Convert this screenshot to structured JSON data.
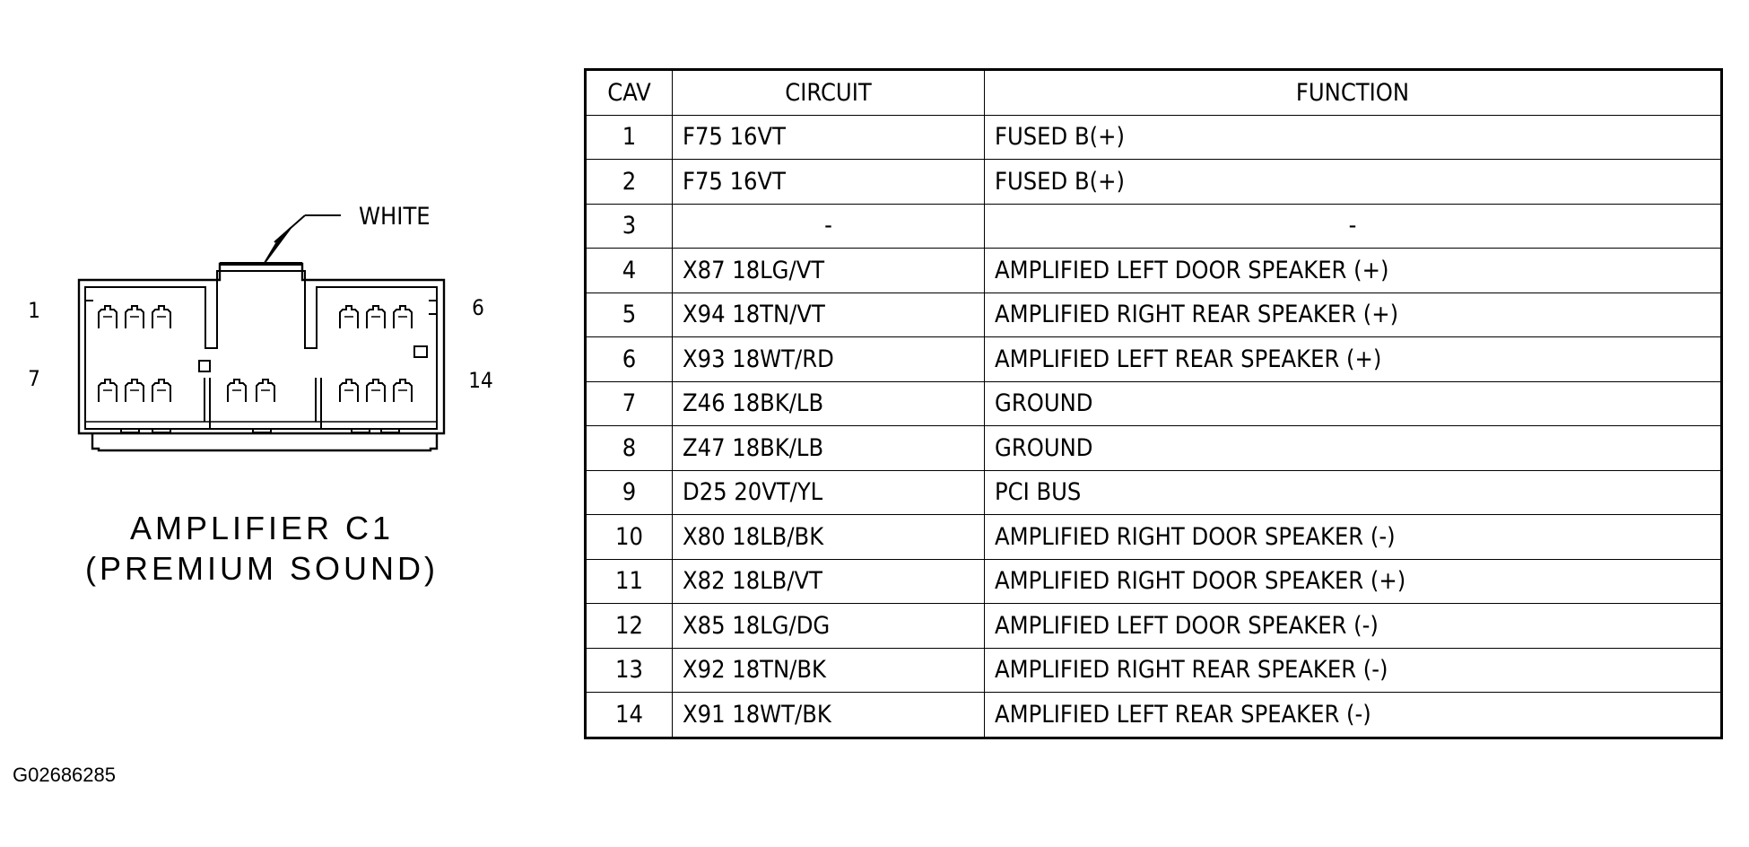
{
  "diagram": {
    "callout": "WHITE",
    "pin_labels": {
      "top_left": "1",
      "top_right": "6",
      "bottom_left": "7",
      "bottom_right": "14"
    },
    "connector_name_line1": "AMPLIFIER C1",
    "connector_name_line2": "(PREMIUM SOUND)"
  },
  "table": {
    "headers": {
      "cav": "CAV",
      "circuit": "CIRCUIT",
      "function": "FUNCTION"
    },
    "rows": [
      {
        "cav": "1",
        "circuit": "F75 16VT",
        "function": "FUSED B(+)"
      },
      {
        "cav": "2",
        "circuit": "F75 16VT",
        "function": "FUSED B(+)"
      },
      {
        "cav": "3",
        "circuit": "-",
        "function": "-"
      },
      {
        "cav": "4",
        "circuit": "X87 18LG/VT",
        "function": "AMPLIFIED LEFT DOOR SPEAKER (+)"
      },
      {
        "cav": "5",
        "circuit": "X94 18TN/VT",
        "function": "AMPLIFIED RIGHT REAR SPEAKER (+)"
      },
      {
        "cav": "6",
        "circuit": "X93 18WT/RD",
        "function": "AMPLIFIED LEFT REAR SPEAKER (+)"
      },
      {
        "cav": "7",
        "circuit": "Z46 18BK/LB",
        "function": "GROUND"
      },
      {
        "cav": "8",
        "circuit": "Z47 18BK/LB",
        "function": "GROUND"
      },
      {
        "cav": "9",
        "circuit": "D25 20VT/YL",
        "function": "PCI BUS"
      },
      {
        "cav": "10",
        "circuit": "X80 18LB/BK",
        "function": "AMPLIFIED RIGHT DOOR SPEAKER (-)"
      },
      {
        "cav": "11",
        "circuit": "X82 18LB/VT",
        "function": "AMPLIFIED RIGHT DOOR SPEAKER (+)"
      },
      {
        "cav": "12",
        "circuit": "X85 18LG/DG",
        "function": "AMPLIFIED LEFT DOOR SPEAKER (-)"
      },
      {
        "cav": "13",
        "circuit": "X92 18TN/BK",
        "function": "AMPLIFIED RIGHT REAR SPEAKER (-)"
      },
      {
        "cav": "14",
        "circuit": "X91 18WT/BK",
        "function": "AMPLIFIED LEFT REAR SPEAKER (-)"
      }
    ]
  },
  "figure_id": "G02686285"
}
